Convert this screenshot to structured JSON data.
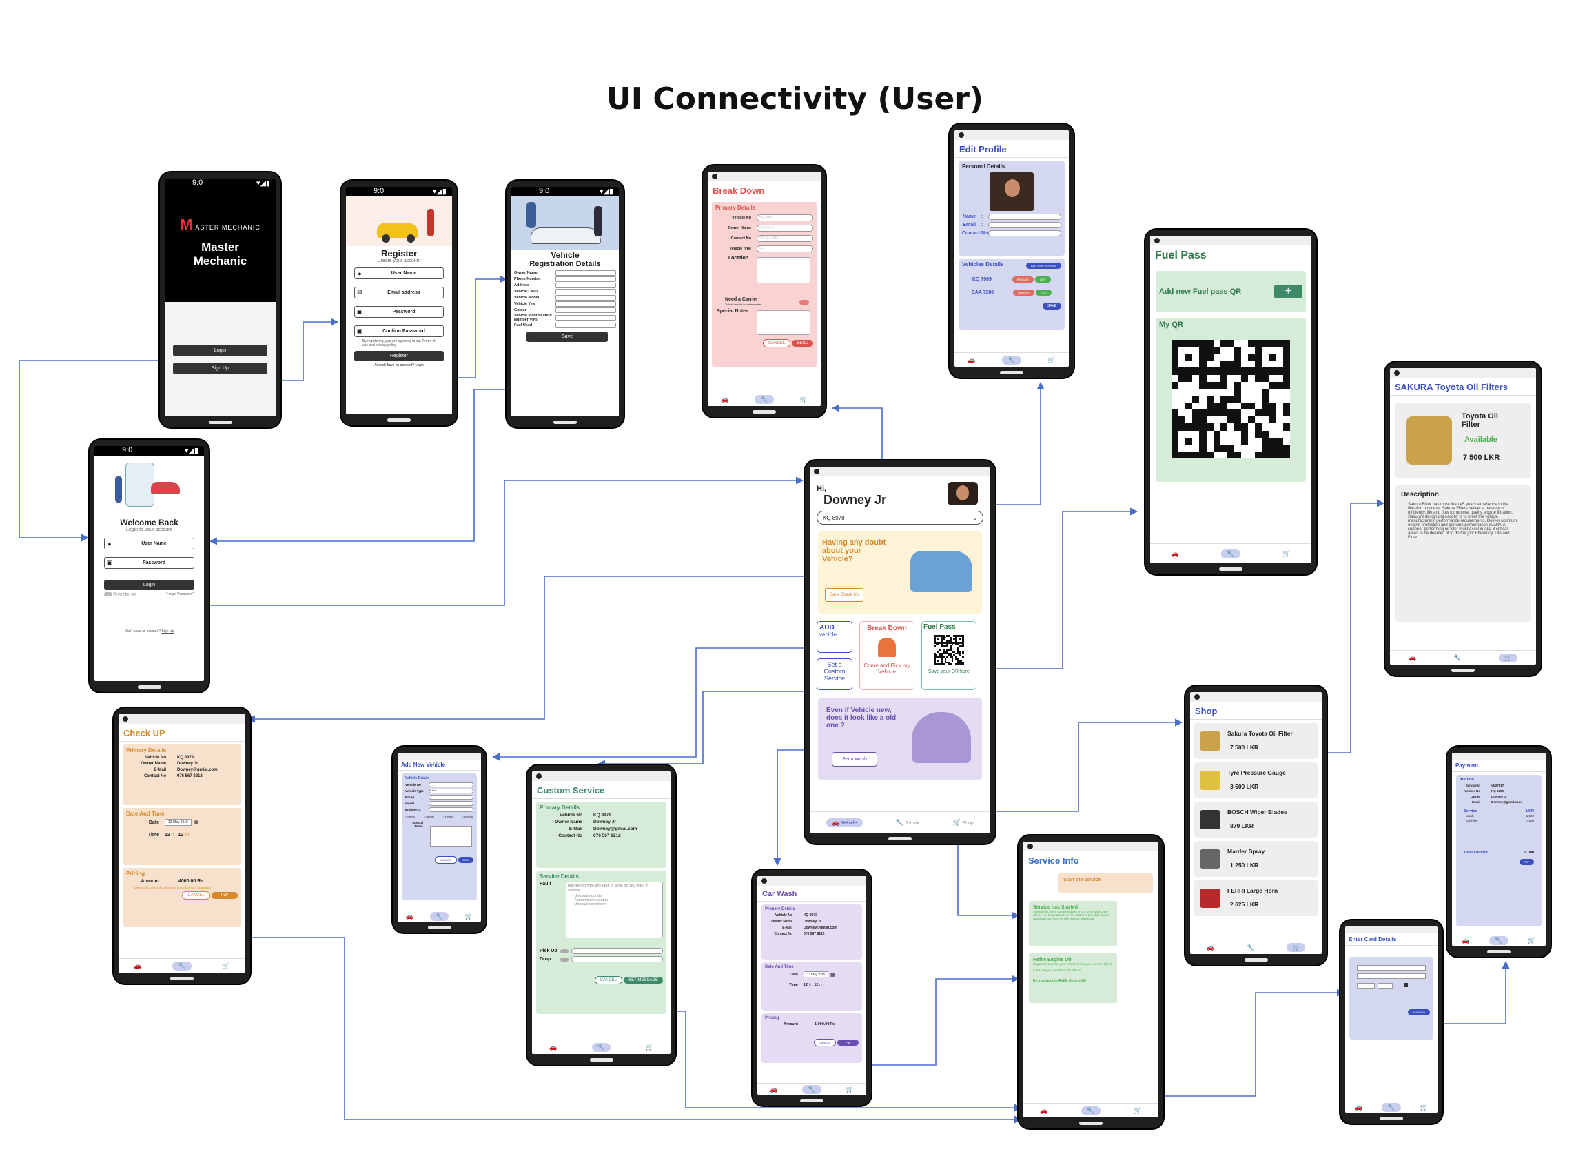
{
  "title": "UI Connectivity (User)",
  "status": {
    "time": "9:0",
    "icons": "▾◢▮"
  },
  "splash": {
    "brand_small": "ASTER MECHANIC",
    "brand_line1": "Master",
    "brand_line2": "Mechanic",
    "login": "Login",
    "signup": "Sign Up"
  },
  "register": {
    "title": "Register",
    "subtitle": "Create your account",
    "f1": "User Name",
    "f2": "Email address",
    "f3": "Password",
    "f4": "Confirm Password",
    "terms": "By registering, you are agreeing to our Terms of use and privacy policy",
    "btn": "Register",
    "footer": "Already have an account?",
    "footer_link": "Login"
  },
  "vehreg": {
    "title1": "Vehicle",
    "title2": "Registration Details",
    "fields": [
      "Owner Name",
      "Phone Number",
      "Address",
      "Vehicle Class",
      "Vehicle Model",
      "Vehicle Year",
      "Colour",
      "Vehicle Identification Number(VIN)",
      "Fuel Used"
    ],
    "btn": "Save"
  },
  "login": {
    "title": "Welcome Back",
    "subtitle": "Login to your account",
    "user": "User Name",
    "pass": "Password",
    "btn": "Login",
    "remember": "Remember me",
    "forgot": "Forgot Password?",
    "footer": "Don't have an account?",
    "footer_link": "Sign Up"
  },
  "breakdown": {
    "header": "Break Down",
    "section": "Primary Details",
    "rows": [
      {
        "k": "Vehicle No",
        "v": "KQ 7989"
      },
      {
        "k": "Owner Name",
        "v": "Downey Jr"
      },
      {
        "k": "Contact No",
        "v": "076 567 8212"
      },
      {
        "k": "Vehicle type",
        "v": "Car"
      }
    ],
    "location": "Location",
    "carrier": "Need a Carrier",
    "carrier_sub": "Tick is Vehicle is not movable",
    "notes": "Special Notes",
    "cancel": "CANCEL",
    "send": "SEND"
  },
  "editprofile": {
    "header": "Edit Profile",
    "personal": "Personal Details",
    "name": "Name",
    "email": "Email",
    "contact": "Contact No",
    "vehicles": "Vehicles Details",
    "add": "ADD NEW VEHICLE",
    "v1": "KQ 7989",
    "v2": "CAA 7989",
    "remove": "REMOVE",
    "edit": "EDIT",
    "save": "SAVE"
  },
  "fuelpass": {
    "header": "Fuel Pass",
    "add": "Add new Fuel pass QR",
    "plus": "+",
    "myqr": "My QR"
  },
  "home": {
    "hi": "Hi,",
    "name": "Downey Jr",
    "vehicle": "KQ 8978",
    "doubt": "Having any doubt about your Vehicle?",
    "checkup": "Set a Check Up",
    "add1": "ADD",
    "add2": "vehicle",
    "custom": "Set a Custom Service",
    "breakdown": "Break Down",
    "pick": "Come and Pick my Vehicle",
    "fuel": "Fuel Pass",
    "fuelsub": "Save your QR here",
    "wash": "Even if Vehicle new, does it look like a old one ?",
    "washbtn": "Set a Wash",
    "nav": [
      "Vehicle",
      "Repair",
      "Shop"
    ]
  },
  "product": {
    "header": "SAKURA Toyota Oil Filters",
    "name": "Toyota Oil Filter",
    "avail": "Available",
    "price": "7 500 LKR",
    "desc_title": "Description",
    "desc": "Sakura Filter has more than 45 years experience in the filtration business. Sakura Filters deliver a balance of efficiency, life and flow for optimal quality engine filtration. Sakura's design philosophy is to meet the vehicle manufacturers' performance requirements. Deliver optimum engine protection and genuine performance quality. A superior performing oil filter must excel in ALL 3 critical areas to be deemed fit to do the job: Efficiency, Life and Flow"
  },
  "checkup": {
    "header": "Check UP",
    "primary": "Primary Details",
    "rows": [
      {
        "k": "Vehicle No",
        "v": "KQ 8979"
      },
      {
        "k": "Owner Name",
        "v": "Downey Jr"
      },
      {
        "k": "E-Mail",
        "v": "Downey@gmial.com"
      },
      {
        "k": "Contact No",
        "v": "076 567 8212"
      }
    ],
    "datetime": "Date And Time",
    "date": "Date",
    "datev": "12 May 2016",
    "time": "Time",
    "hh": "12",
    "mm": "12",
    "h": "h",
    "m": "m",
    "pricing": "Pricing",
    "amount": "Amount",
    "amountv": "4000.00 Rs",
    "note": "please kept that this price only for Check Up (Scanning)",
    "cancel": "CANCEL",
    "pay": "Pay"
  },
  "addveh": {
    "header": "Add New Vehicle",
    "section": "Vehicle Details",
    "fields": [
      "Vehicle No",
      "Vehicle Type",
      "Brand",
      "model",
      "Engine CC"
    ],
    "select": "select",
    "fuels": [
      "Petrol",
      "Diesel",
      "Hybrid",
      "Electric"
    ],
    "notes": "Special Notes",
    "cancel": "CANCEL",
    "add": "ADD"
  },
  "custom": {
    "header": "Custom Service",
    "primary": "Primary Details",
    "rows": [
      {
        "k": "Vehicle No",
        "v": "KQ 8979"
      },
      {
        "k": "Owner Name",
        "v": "Downey Jr"
      },
      {
        "k": "E-Mail",
        "v": "Downey@gmial.com"
      },
      {
        "k": "Contact No",
        "v": "076 567 8212"
      }
    ],
    "svc": "Service Details",
    "fault": "Fault",
    "faultph": "feel free to type any fault or what do you want to service",
    "bullets": [
      "Unusual sounds",
      "Transmission status",
      "Unusual conditions"
    ],
    "pickup": "Pick Up",
    "drop": "Drop",
    "cancel": "CANCEL",
    "msg": "SET MESSAGE"
  },
  "carwash": {
    "header": "Car Wash",
    "primary": "Primary Details",
    "rows": [
      {
        "k": "Vehicle No",
        "v": "KQ 8979"
      },
      {
        "k": "Owner Name",
        "v": "Downey Jr"
      },
      {
        "k": "E-Mail",
        "v": "Downey@gmial.com"
      },
      {
        "k": "Contact No",
        "v": "076 567 8212"
      }
    ],
    "datetime": "Date And Time",
    "date": "Date",
    "datev": "12 May 2016",
    "time": "Time",
    "hh": "12",
    "mm": "12",
    "h": "h",
    "m": "m",
    "pricing": "Pricing",
    "amount": "Amount",
    "amountv": "1 000.00 Rs",
    "cancel": "CANCEL",
    "pay": "Pay"
  },
  "serviceinfo": {
    "header": "Service Info",
    "start": "Start the service",
    "s1t": "Service has Started",
    "s1d": "Sometimes there can be hidden errors or services. We will let you know about service status in this chat. So do additional services we will change additional",
    "s2t": "Refile Engine Oil",
    "s2d": "Engine Oil Level in your vehicle is low you need to refile it",
    "s2d2": "It will cost you additional 10 000 Rs",
    "s2q": "Do you want to Refile Engine Oil"
  },
  "shop": {
    "header": "Shop",
    "items": [
      {
        "name": "Sakura Toyota Oil Filter",
        "price": "7 500 LKR"
      },
      {
        "name": "Tyre Pressure Gauge",
        "price": "3 500 LKR"
      },
      {
        "name": "BOSCH Wiper Blades",
        "price": "879 LKR"
      },
      {
        "name": "Marder Spray",
        "price": "1 250 LKR"
      },
      {
        "name": "FERRI Large Horn",
        "price": "2 625 LKR"
      }
    ]
  },
  "card": {
    "header": "Enter Card Details",
    "paynow": "PAY NOW"
  },
  "payment": {
    "header": "Payment",
    "invoice": "Invoice",
    "rows": [
      {
        "k": "Service Id",
        "v": "yN27817"
      },
      {
        "k": "Vehicle No",
        "v": "KQ 6199"
      },
      {
        "k": "Owner",
        "v": "Downey Jr"
      },
      {
        "k": "Email",
        "v": "Downey@gmail.com"
      }
    ],
    "service": "Service",
    "lkr": "LKR",
    "items": [
      {
        "k": "wash",
        "v": "1 500"
      },
      {
        "k": "Oil Filter",
        "v": "7 500"
      }
    ],
    "total": "Total Amount",
    "totalv": "9 000",
    "pay": "PAY"
  },
  "colors": {
    "wire": "#4a6fc9",
    "breakdown": "#d9534f",
    "checkup": "#d4882b",
    "custom": "#3d8a6a",
    "wash": "#6a4fb0",
    "fuel": "#2f7a4a",
    "shop": "#3b4fbf"
  }
}
